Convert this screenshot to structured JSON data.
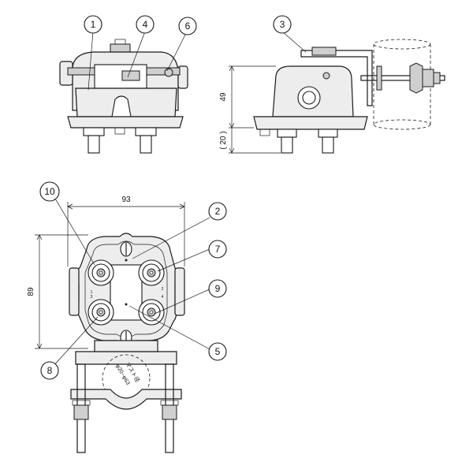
{
  "callouts": [
    {
      "id": "c1",
      "label": "1"
    },
    {
      "id": "c2",
      "label": "2"
    },
    {
      "id": "c3",
      "label": "3"
    },
    {
      "id": "c4",
      "label": "4"
    },
    {
      "id": "c5",
      "label": "5"
    },
    {
      "id": "c6",
      "label": "6"
    },
    {
      "id": "c7",
      "label": "7"
    },
    {
      "id": "c8",
      "label": "8"
    },
    {
      "id": "c9",
      "label": "9"
    },
    {
      "id": "c10",
      "label": "10"
    }
  ],
  "dimensions": {
    "height_main": "49",
    "height_ref": "( 20 )",
    "width": "93",
    "depth": "89"
  },
  "port_numbers": [
    "1",
    "2",
    "3",
    "4"
  ],
  "mast_note": {
    "line1": "マスト径",
    "line2": "φ20~φ63"
  }
}
